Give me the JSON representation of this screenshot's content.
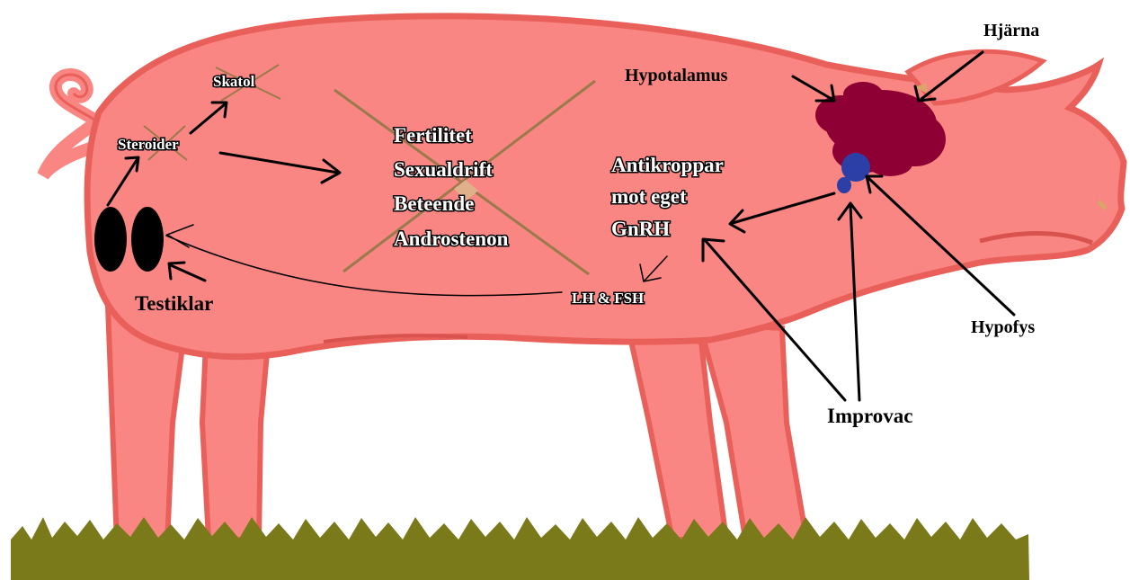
{
  "labels": {
    "brain": "Hjärna",
    "hypothalamus": "Hypotalamus",
    "skatol": "Skatol",
    "steroids": "Steroider",
    "testicles": "Testiklar",
    "lh_fsh": "LH & FSH",
    "pituitary": "Hypofys",
    "improvac": "Improvac"
  },
  "effects": [
    "Fertilitet",
    "Sexualdrift",
    "Beteende",
    "Androstenon"
  ],
  "antibodies": [
    "Antikroppar",
    "mot eget",
    "GnRH"
  ],
  "colors": {
    "pig_body": "#f98683",
    "pig_outline": "#e9605a",
    "pig_shadow": "#d9534e",
    "hypothalamus": "#8e0033",
    "pituitary": "#2b3fa6",
    "testicle": "#000000",
    "grass": "#7a7a1a",
    "cross": "#9b7a4a"
  }
}
